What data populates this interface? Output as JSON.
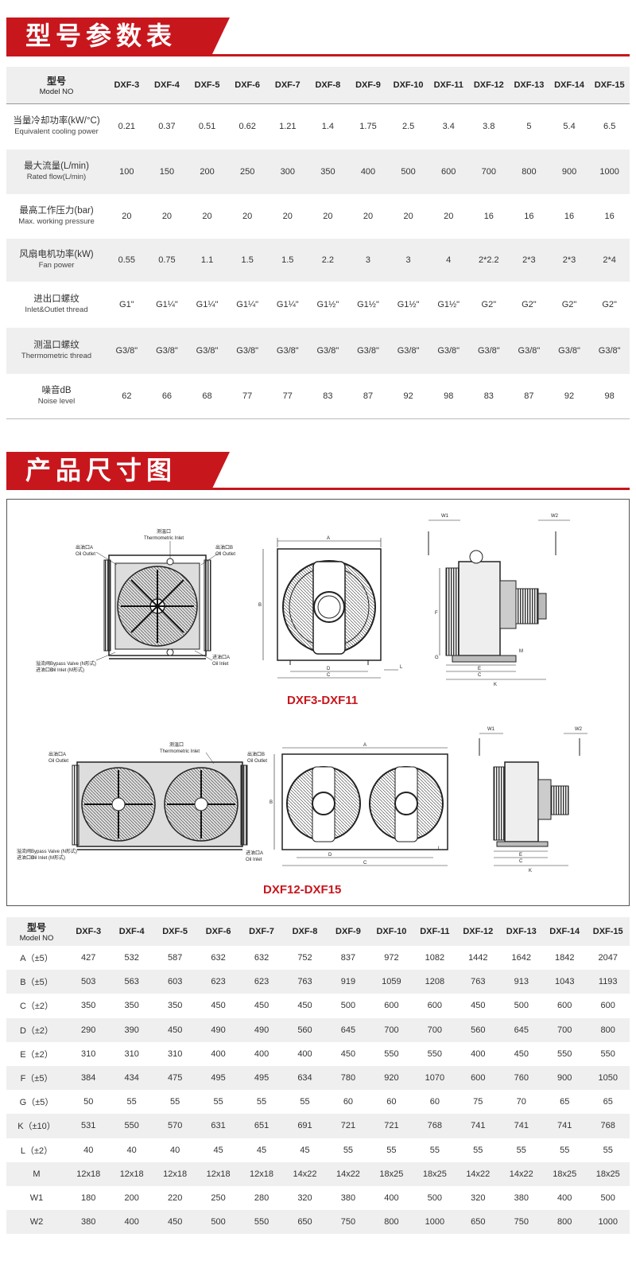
{
  "section1": {
    "title": "型号参数表"
  },
  "params_table": {
    "head": {
      "cn": "型号",
      "en": "Model NO"
    },
    "models": [
      "DXF-3",
      "DXF-4",
      "DXF-5",
      "DXF-6",
      "DXF-7",
      "DXF-8",
      "DXF-9",
      "DXF-10",
      "DXF-11",
      "DXF-12",
      "DXF-13",
      "DXF-14",
      "DXF-15"
    ],
    "rows": [
      {
        "cn": "当量冷却功率(kW/°C)",
        "en": "Equivalent cooling power",
        "values": [
          "0.21",
          "0.37",
          "0.51",
          "0.62",
          "1.21",
          "1.4",
          "1.75",
          "2.5",
          "3.4",
          "3.8",
          "5",
          "5.4",
          "6.5"
        ]
      },
      {
        "cn": "最大流量(L/min)",
        "en": "Rated flow(L/min)",
        "values": [
          "100",
          "150",
          "200",
          "250",
          "300",
          "350",
          "400",
          "500",
          "600",
          "700",
          "800",
          "900",
          "1000"
        ]
      },
      {
        "cn": "最高工作压力(bar)",
        "en": "Max. working pressure",
        "values": [
          "20",
          "20",
          "20",
          "20",
          "20",
          "20",
          "20",
          "20",
          "20",
          "16",
          "16",
          "16",
          "16"
        ]
      },
      {
        "cn": "风扇电机功率(kW)",
        "en": "Fan power",
        "values": [
          "0.55",
          "0.75",
          "1.1",
          "1.5",
          "1.5",
          "2.2",
          "3",
          "3",
          "4",
          "2*2.2",
          "2*3",
          "2*3",
          "2*4"
        ]
      },
      {
        "cn": "进出口螺纹",
        "en": "Inlet&Outlet thread",
        "values": [
          "G1\"",
          "G1¼\"",
          "G1¼\"",
          "G1¼\"",
          "G1¼\"",
          "G1½\"",
          "G1½\"",
          "G1½\"",
          "G1½\"",
          "G2\"",
          "G2\"",
          "G2\"",
          "G2\""
        ]
      },
      {
        "cn": "测温口螺纹",
        "en": "Thermometric thread",
        "values": [
          "G3/8\"",
          "G3/8\"",
          "G3/8\"",
          "G3/8\"",
          "G3/8\"",
          "G3/8\"",
          "G3/8\"",
          "G3/8\"",
          "G3/8\"",
          "G3/8\"",
          "G3/8\"",
          "G3/8\"",
          "G3/8\""
        ]
      },
      {
        "cn": "噪音dB",
        "en": "Noise level",
        "values": [
          "62",
          "66",
          "68",
          "77",
          "77",
          "83",
          "87",
          "92",
          "98",
          "83",
          "87",
          "92",
          "98"
        ]
      }
    ]
  },
  "section2": {
    "title": "产品尺寸图"
  },
  "drawings": {
    "caption_small": "DXF3-DXF11",
    "caption_large": "DXF12-DXF15",
    "labels": {
      "thermo_cn": "测温口",
      "thermo_en": "Thermometric Inlet",
      "outlet_a_cn": "出油口A",
      "outlet_b_cn": "出油口B",
      "oil_outlet": "Oil Outlet",
      "inlet_a_cn": "进油口A",
      "oil_inlet": "Oil Inlet",
      "bypass_cn": "溢流阀",
      "bypass_en": "Bypass Valve (N形式)",
      "inlet_b_cn": "进油口B",
      "inlet_b_en": "Oil Inlet (M形式)",
      "dims": [
        "A",
        "B",
        "C",
        "D",
        "E",
        "F",
        "G",
        "K",
        "L",
        "M",
        "W1",
        "W2"
      ]
    }
  },
  "dims_table": {
    "head": {
      "cn": "型号",
      "en": "Model NO"
    },
    "models": [
      "DXF-3",
      "DXF-4",
      "DXF-5",
      "DXF-6",
      "DXF-7",
      "DXF-8",
      "DXF-9",
      "DXF-10",
      "DXF-11",
      "DXF-12",
      "DXF-13",
      "DXF-14",
      "DXF-15"
    ],
    "rows": [
      {
        "label": "A（±5）",
        "values": [
          "427",
          "532",
          "587",
          "632",
          "632",
          "752",
          "837",
          "972",
          "1082",
          "1442",
          "1642",
          "1842",
          "2047"
        ]
      },
      {
        "label": "B（±5）",
        "values": [
          "503",
          "563",
          "603",
          "623",
          "623",
          "763",
          "919",
          "1059",
          "1208",
          "763",
          "913",
          "1043",
          "1193"
        ]
      },
      {
        "label": "C（±2）",
        "values": [
          "350",
          "350",
          "350",
          "450",
          "450",
          "450",
          "500",
          "600",
          "600",
          "450",
          "500",
          "600",
          "600"
        ]
      },
      {
        "label": "D（±2）",
        "values": [
          "290",
          "390",
          "450",
          "490",
          "490",
          "560",
          "645",
          "700",
          "700",
          "560",
          "645",
          "700",
          "800"
        ]
      },
      {
        "label": "E（±2）",
        "values": [
          "310",
          "310",
          "310",
          "400",
          "400",
          "400",
          "450",
          "550",
          "550",
          "400",
          "450",
          "550",
          "550"
        ]
      },
      {
        "label": "F（±5）",
        "values": [
          "384",
          "434",
          "475",
          "495",
          "495",
          "634",
          "780",
          "920",
          "1070",
          "600",
          "760",
          "900",
          "1050"
        ]
      },
      {
        "label": "G（±5）",
        "values": [
          "50",
          "55",
          "55",
          "55",
          "55",
          "55",
          "60",
          "60",
          "60",
          "75",
          "70",
          "65",
          "65"
        ]
      },
      {
        "label": "K（±10）",
        "values": [
          "531",
          "550",
          "570",
          "631",
          "651",
          "691",
          "721",
          "721",
          "768",
          "741",
          "741",
          "741",
          "768"
        ]
      },
      {
        "label": "L（±2）",
        "values": [
          "40",
          "40",
          "40",
          "45",
          "45",
          "45",
          "55",
          "55",
          "55",
          "55",
          "55",
          "55",
          "55"
        ]
      },
      {
        "label": "M",
        "values": [
          "12x18",
          "12x18",
          "12x18",
          "12x18",
          "12x18",
          "14x22",
          "14x22",
          "18x25",
          "18x25",
          "14x22",
          "14x22",
          "18x25",
          "18x25"
        ]
      },
      {
        "label": "W1",
        "values": [
          "180",
          "200",
          "220",
          "250",
          "280",
          "320",
          "380",
          "400",
          "500",
          "320",
          "380",
          "400",
          "500"
        ]
      },
      {
        "label": "W2",
        "values": [
          "380",
          "400",
          "450",
          "500",
          "550",
          "650",
          "750",
          "800",
          "1000",
          "650",
          "750",
          "800",
          "1000"
        ]
      }
    ]
  }
}
